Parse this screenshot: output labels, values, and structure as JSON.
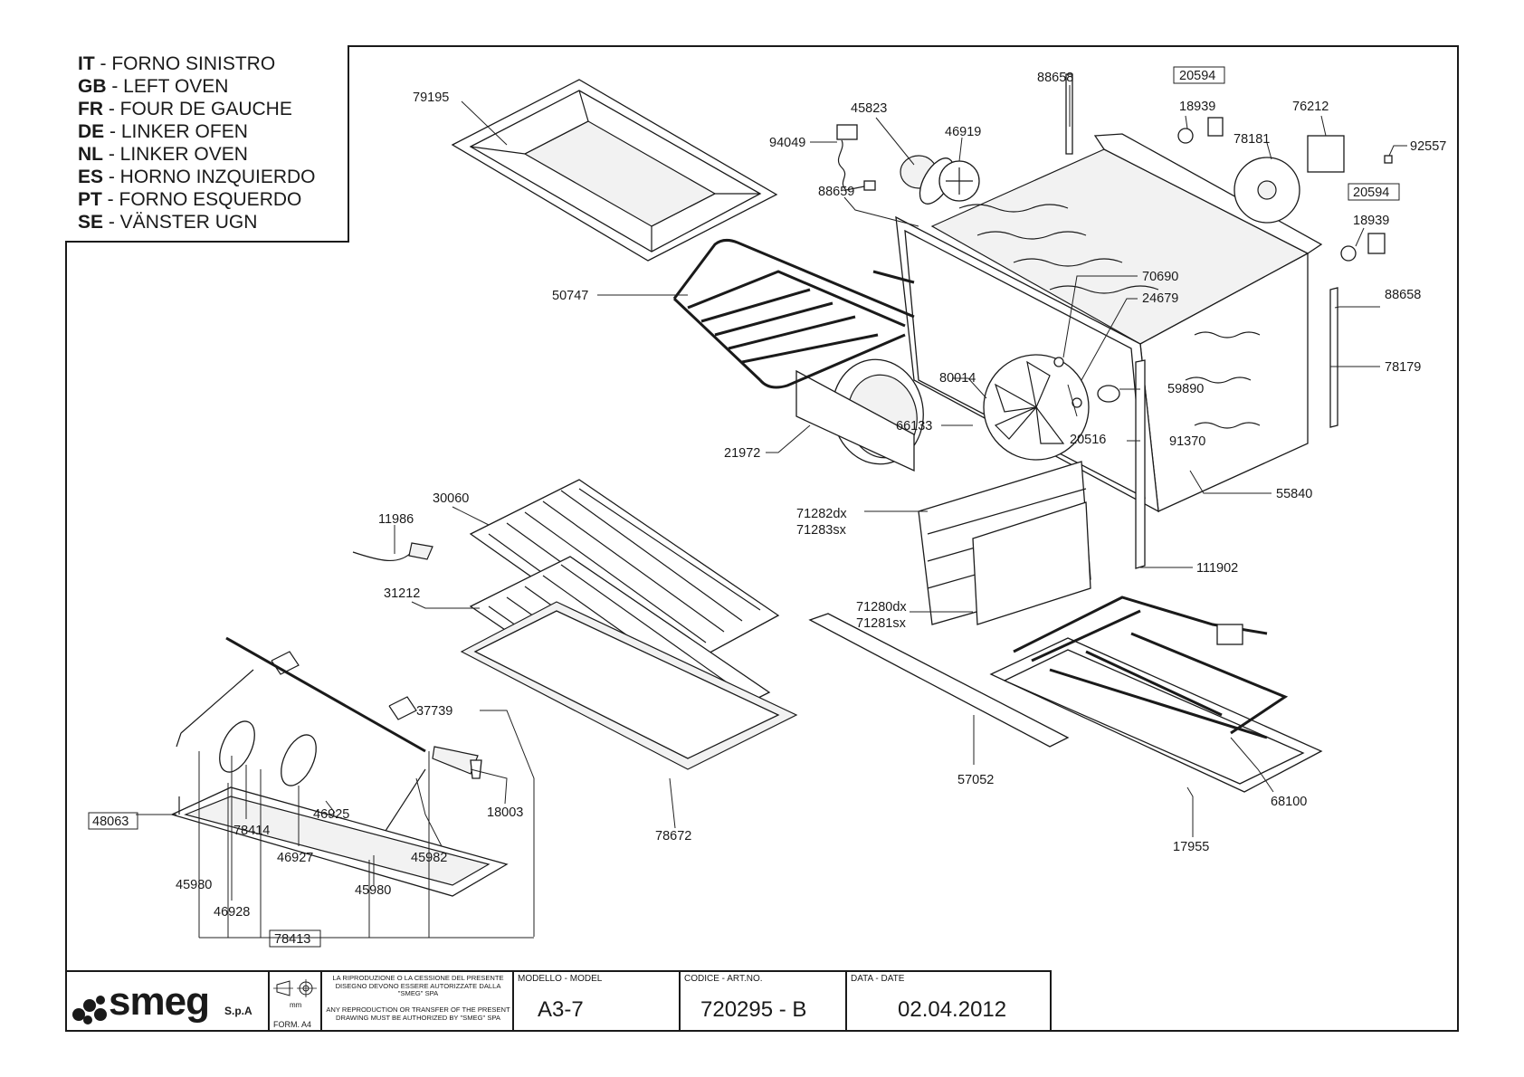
{
  "legend": [
    {
      "code": "IT",
      "text": " - FORNO SINISTRO"
    },
    {
      "code": "GB",
      "text": " - LEFT OVEN"
    },
    {
      "code": "FR",
      "text": " - FOUR DE GAUCHE"
    },
    {
      "code": "DE",
      "text": " - LINKER OFEN"
    },
    {
      "code": "NL",
      "text": " - LINKER OVEN"
    },
    {
      "code": "ES",
      "text": " - HORNO INZQUIERDO"
    },
    {
      "code": "PT",
      "text": " - FORNO ESQUERDO"
    },
    {
      "code": "SE",
      "text": " - VÄNSTER UGN"
    }
  ],
  "parts": {
    "p79195": "79195",
    "p45823": "45823",
    "p94049": "94049",
    "p46919": "46919",
    "p88658a": "88658",
    "p20594a": "20594",
    "p18939a": "18939",
    "p76212": "76212",
    "p78181": "78181",
    "p92557": "92557",
    "p20594b": "20594",
    "p18939b": "18939",
    "p88659": "88659",
    "p50747": "50747",
    "p70690": "70690",
    "p24679": "24679",
    "p88658b": "88658",
    "p78179": "78179",
    "p80014": "80014",
    "p59890": "59890",
    "p66133": "66133",
    "p20516": "20516",
    "p91370": "91370",
    "p21972": "21972",
    "p55840": "55840",
    "p30060": "30060",
    "p11986": "11986",
    "p71282": "71282dx",
    "p71283": "71283sx",
    "p111902": "111902",
    "p31212": "31212",
    "p71280": "71280dx",
    "p71281": "71281sx",
    "p37739": "37739",
    "p57052": "57052",
    "p68100": "68100",
    "p18003": "18003",
    "p48063": "48063",
    "p46925": "46925",
    "p78414": "78414",
    "p78672": "78672",
    "p46927": "46927",
    "p45982": "45982",
    "p17955": "17955",
    "p45980a": "45980",
    "p45980b": "45980",
    "p46928": "46928",
    "p78413": "78413"
  },
  "titleblock": {
    "logo": "smeg",
    "logo_suffix": "S.p.A",
    "units": "mm",
    "form": "FORM. A4",
    "notice_it": "LA RIPRODUZIONE O LA CESSIONE DEL PRESENTE DISEGNO DEVONO ESSERE AUTORIZZATE DALLA \"SMEG\" SPA",
    "notice_en": "ANY REPRODUCTION OR TRANSFER OF THE PRESENT DRAWING MUST BE AUTHORIZED BY \"SMEG\" SPA",
    "model_label": "MODELLO - MODEL",
    "model_value": "A3-7",
    "code_label": "CODICE - ART.NO.",
    "code_value": "720295 - B",
    "date_label": "DATA - DATE",
    "date_value": "02.04.2012"
  }
}
